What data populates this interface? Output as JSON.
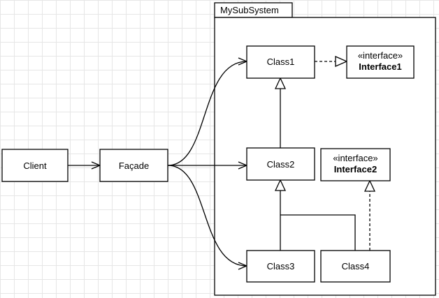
{
  "package": {
    "name": "MySubSystem"
  },
  "nodes": {
    "client": "Client",
    "facade": "Façade",
    "class1": "Class1",
    "class2": "Class2",
    "class3": "Class3",
    "class4": "Class4",
    "interface1": {
      "stereotype": "«interface»",
      "name": "Interface1"
    },
    "interface2": {
      "stereotype": "«interface»",
      "name": "Interface2"
    }
  }
}
